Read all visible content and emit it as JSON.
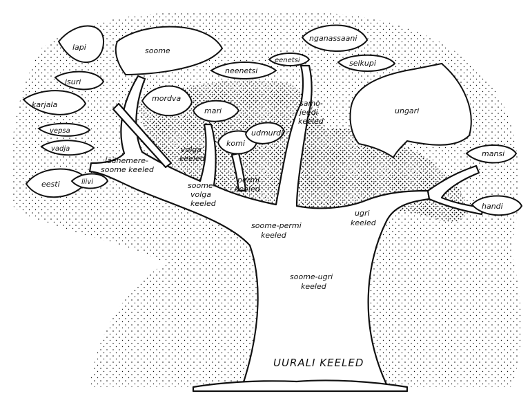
{
  "colors": {
    "ink": "#111111",
    "paper": "#ffffff"
  },
  "root": {
    "label": "UURALI KEELED"
  },
  "branches": {
    "soome_ugri": [
      "soome-ugri",
      "keeled"
    ],
    "soome_permi": [
      "soome-permi",
      "keeled"
    ],
    "ugri": [
      "ugri",
      "keeled"
    ],
    "samojeedi": [
      "samo-",
      "jeedi",
      "keeled"
    ],
    "soome_volga": [
      "soome-",
      "volga",
      "keeled"
    ],
    "permi": [
      "permi",
      "keeled"
    ],
    "volga": [
      "volga",
      "keeled"
    ],
    "laanemere_soome": [
      "läänemere-",
      "soome keeled"
    ]
  },
  "leaves": {
    "lapi": "lapi",
    "soome": "soome",
    "isuri": "isuri",
    "karjala": "karjala",
    "vepsa": "vepsa",
    "vadja": "vadja",
    "eesti": "eesti",
    "liivi": "liivi",
    "mordva": "mordva",
    "mari": "mari",
    "komi": "komi",
    "udmurdi": "udmurdi",
    "neenetsi": "neenetsi",
    "eenetsi": "eenetsi",
    "nganassaani": "nganassaani",
    "selkupi": "selkupi",
    "ungari": "ungari",
    "mansi": "mansi",
    "handi": "handi"
  }
}
